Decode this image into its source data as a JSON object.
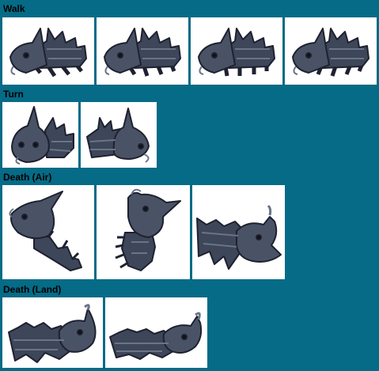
{
  "sections": {
    "walk": {
      "label": "Walk"
    },
    "turn": {
      "label": "Turn"
    },
    "death_air": {
      "label": "Death (Air)"
    },
    "death_land": {
      "label": "Death (Land)"
    }
  },
  "colors": {
    "background": "#056b86",
    "frame": "#ffffff",
    "shell_dark": "#1e2130",
    "shell": "#3e4659",
    "shell_light": "#6a7488"
  },
  "sprites": {
    "walk": [
      "walk-frame-1",
      "walk-frame-2",
      "walk-frame-3",
      "walk-frame-4"
    ],
    "turn": [
      "turn-frame-1",
      "turn-frame-2"
    ],
    "death_air": [
      "death-air-frame-1",
      "death-air-frame-2",
      "death-air-frame-3"
    ],
    "death_land": [
      "death-land-frame-1",
      "death-land-frame-2"
    ]
  }
}
